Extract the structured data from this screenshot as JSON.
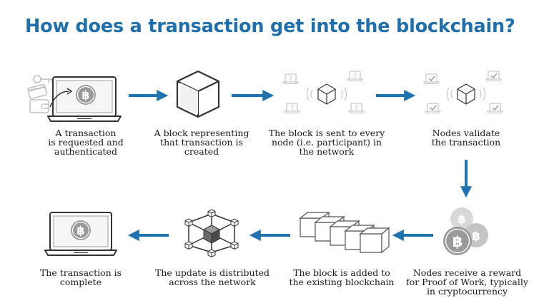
{
  "title": "How does a transaction get into the blockchain?",
  "colors": {
    "title": "#1e6fae",
    "arrow": "#1e73b0",
    "icon_stroke": "#333333",
    "coin": "#9a9a9a",
    "faded": "#bdbdbd"
  },
  "icons": {
    "coin": "bitcoin-coin-icon",
    "check": "checkmark-icon",
    "question": "question-mark-icon"
  },
  "coin_symbol": "฿",
  "question_symbol": "?",
  "steps": [
    {
      "caption": "A transaction\nis requested and\nauthenticated"
    },
    {
      "caption": "A block representing\nthat transaction is\ncreated"
    },
    {
      "caption": "The block is sent to every\nnode (i.e. participant) in\nthe network"
    },
    {
      "caption": "Nodes validate\nthe transaction"
    },
    {
      "caption": "Nodes receive a reward\nfor Proof of Work, typically\nin cryptocurrency"
    },
    {
      "caption": "The block is added to\nthe existing blockchain"
    },
    {
      "caption": "The update is distributed\nacross the network"
    },
    {
      "caption": "The transaction is\ncomplete"
    }
  ]
}
